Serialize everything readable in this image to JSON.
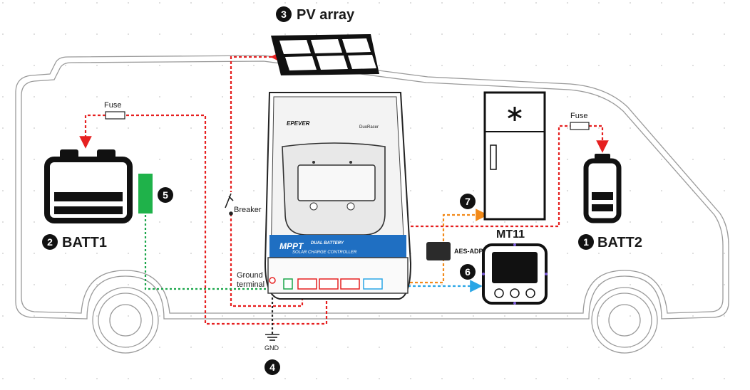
{
  "labels": {
    "pv_array": "PV array",
    "batt1": "BATT1",
    "batt2": "BATT2",
    "mt11": "MT11",
    "fuse_left": "Fuse",
    "fuse_right": "Fuse",
    "breaker": "Breaker",
    "ground_terminal_line1": "Ground",
    "ground_terminal_line2": "terminal",
    "gnd": "GND",
    "aes_adp": "AES-ADP"
  },
  "markers": {
    "m1": "1",
    "m2": "2",
    "m3": "3",
    "m4": "4",
    "m5": "5",
    "m6": "6",
    "m7": "7"
  },
  "controller": {
    "brand": "EPEVER",
    "model": "DuoRacer",
    "banner_title": "MPPT",
    "banner_line1": "DUAL BATTERY",
    "banner_line2": "SOLAR CHARGE CONTROLLER"
  },
  "colors": {
    "power_wire": "#e62020",
    "ground_wire": "#1aa64a",
    "comm_orange": "#f28a1a",
    "comm_blue": "#2aa6e6",
    "banner_blue": "#1f6fc2",
    "sensor_green": "#1fb24a"
  }
}
